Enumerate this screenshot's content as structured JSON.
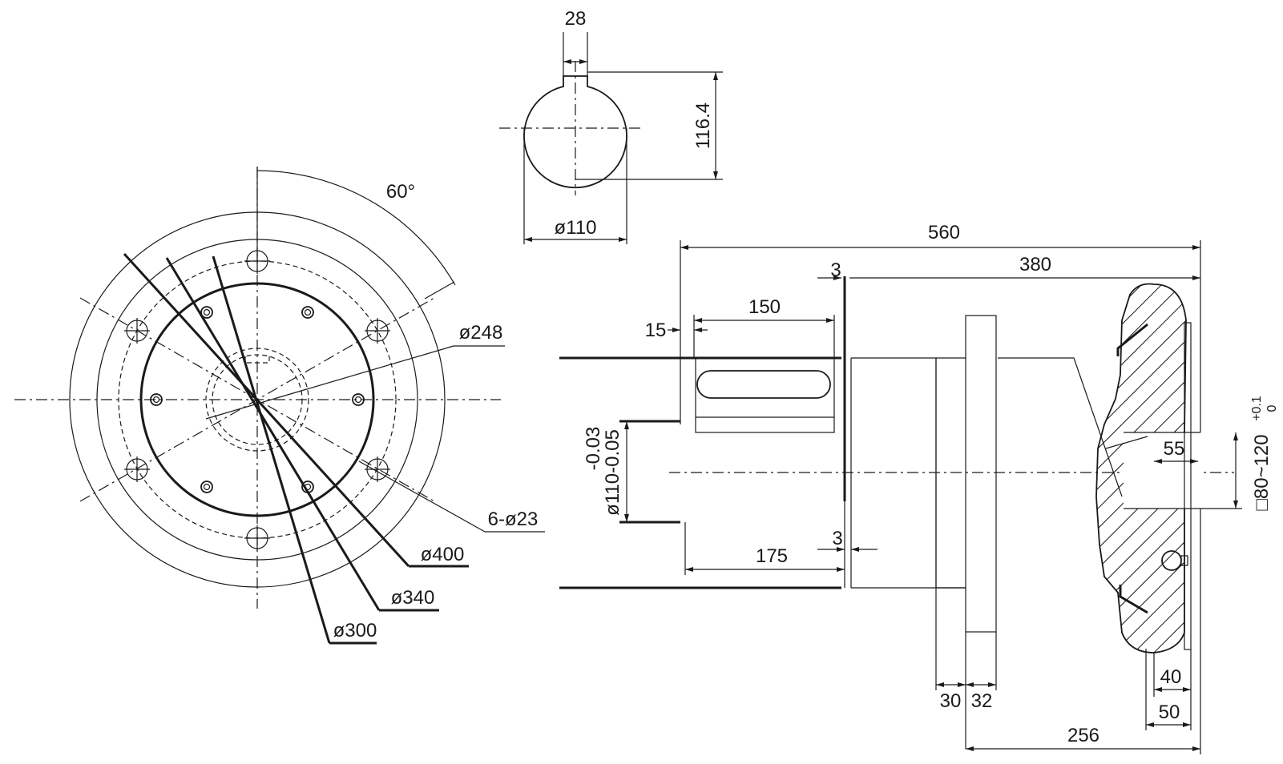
{
  "dimensions": {
    "key_width": "28",
    "key_depth": "116.4",
    "shaft_dia": "ø110",
    "angle": "60°",
    "dia_248": "ø248",
    "holes": "6-ø23",
    "dia_400": "ø400",
    "dia_340": "ø340",
    "dia_300": "ø300",
    "total_length": "560",
    "length_380": "380",
    "gap_3_top": "3",
    "key_length": "150",
    "offset_15": "15",
    "tol_upper": "-0.03",
    "shaft_tol": "ø110-0.05",
    "length_175": "175",
    "gap_3_bottom": "3",
    "square_range": "□80~120",
    "square_tol_plus": "+0.1",
    "square_tol_zero": "0",
    "length_55": "55",
    "flange_30": "30",
    "flange_32": "32",
    "length_40": "40",
    "length_50": "50",
    "length_256": "256"
  },
  "colors": {
    "line": "#1a1a1a",
    "background": "#ffffff"
  }
}
